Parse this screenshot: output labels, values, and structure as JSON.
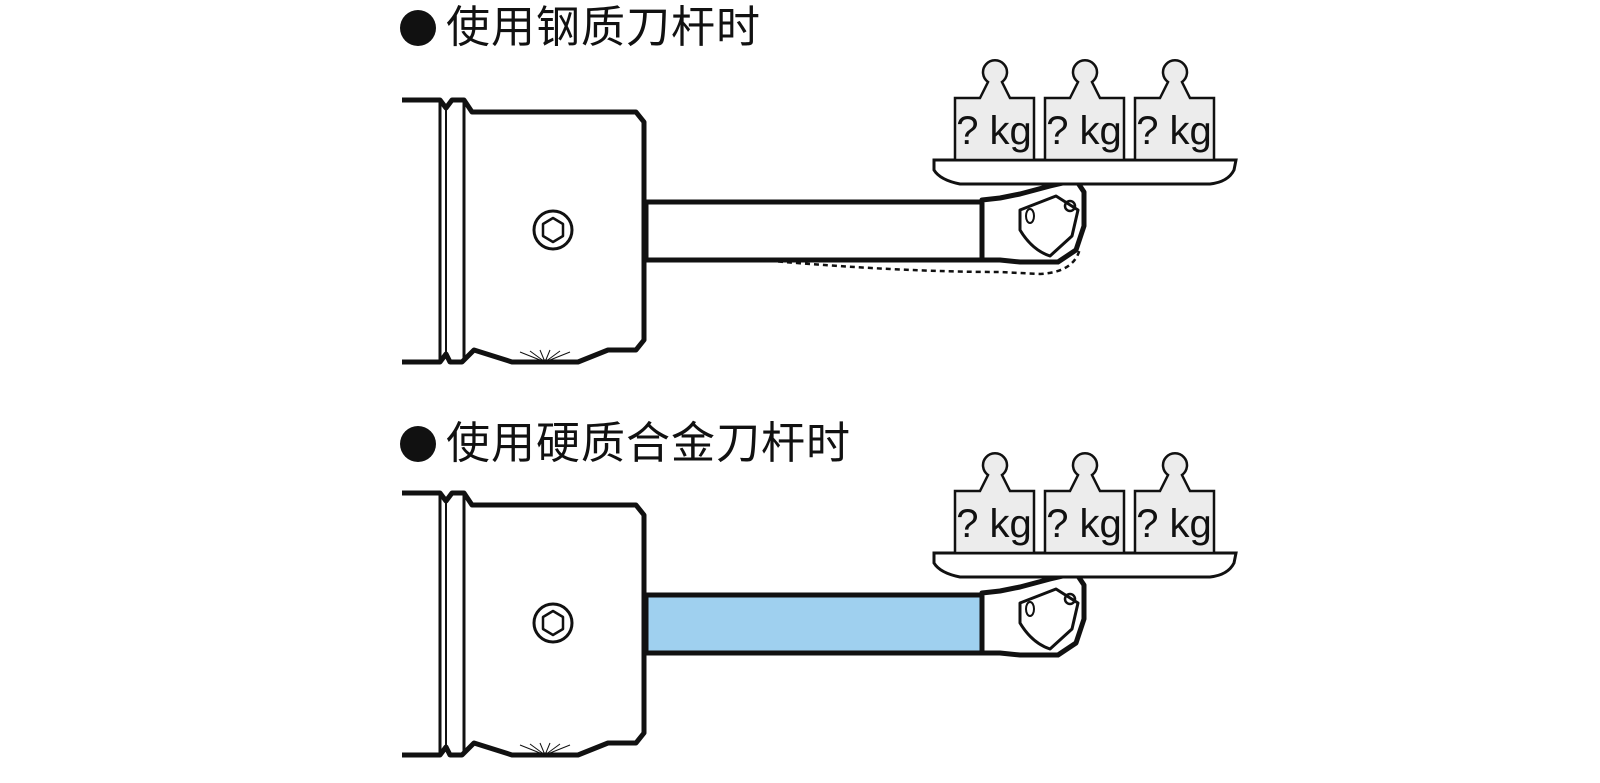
{
  "sections": [
    {
      "heading": "使用钢质刀杆时",
      "bar_material": "steel",
      "bar_color": "#ffffff",
      "deflection_shown": true,
      "weights": [
        "? kg",
        "? kg",
        "? kg"
      ]
    },
    {
      "heading": "使用硬质合金刀杆时",
      "bar_material": "carbide",
      "bar_color": "#9fd0ef",
      "deflection_shown": false,
      "weights": [
        "? kg",
        "? kg",
        "? kg"
      ]
    }
  ],
  "colors": {
    "line": "#111111",
    "weight_fill": "#ececec",
    "carbide_bar": "#9fd0ef"
  }
}
